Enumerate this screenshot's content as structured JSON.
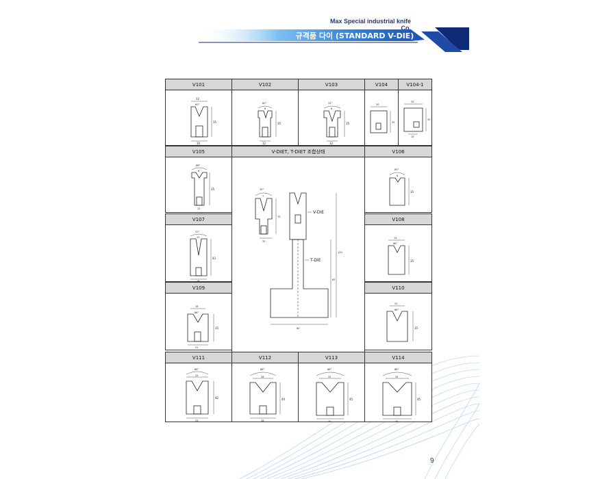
{
  "header": {
    "company": "Max Special industrial knife Co.",
    "title": "규격품 다이 (STANDARD V-DIE)"
  },
  "headers": {
    "v101": "V101",
    "v102": "V102",
    "v103": "V103",
    "v104": "V104",
    "v104_1": "V104-1",
    "v105": "V105",
    "assembly": "V-DIET, T-DIET 조합상태",
    "v106": "V106",
    "v107": "V107",
    "v108": "V108",
    "v109": "V109",
    "v110": "V110",
    "v111": "V111",
    "v112": "V112",
    "v113": "V113",
    "v114": "V114"
  },
  "dims": {
    "v101": {
      "top": "12",
      "angle": "60°",
      "height": "35",
      "base": "16"
    },
    "v102": {
      "angle": "60°",
      "top": "8",
      "height": "35",
      "base": "12"
    },
    "v103": {
      "angle": "32°",
      "top": "8",
      "height": "35",
      "base": "12"
    },
    "v104": {
      "width": "30",
      "height": "35"
    },
    "v104_1": {
      "width": "35",
      "height": "30",
      "base": "15"
    },
    "v105": {
      "angle": "88°",
      "top": "8",
      "height": "35",
      "base": "12"
    },
    "v106": {
      "angle": "85°",
      "top": "6",
      "height": "35"
    },
    "v107": {
      "angle": "32°",
      "top": "12",
      "height": "43",
      "base": "16"
    },
    "v108": {
      "top": "15",
      "angle": "88°",
      "height": "35"
    },
    "v109": {
      "top": "18",
      "angle": "86°",
      "height": "35",
      "base": "22"
    },
    "v110": {
      "top": "20",
      "angle": "86°",
      "height": "35"
    },
    "v111": {
      "angle": "86°",
      "top": "25",
      "height": "42",
      "base": "29"
    },
    "v112": {
      "angle": "86°",
      "top": "28",
      "height": "40",
      "base": "38"
    },
    "v113": {
      "angle": "86°",
      "top": "32",
      "height": "45",
      "base": "40"
    },
    "v114": {
      "angle": "86°",
      "top": "35",
      "height": "45",
      "base": "45"
    },
    "assembly": {
      "small_angle": "30°",
      "small_top": "7",
      "small_height": "70",
      "small_base": "35",
      "vdie_label": "V-DIE",
      "tdie_label": "T-DIE",
      "total_height": "120",
      "tdie_height": "85",
      "tdie_base": "60"
    }
  },
  "footer": {
    "page_number": "9"
  },
  "colors": {
    "banner_dark": "#0f2a74",
    "banner_light": "#3c8fe3",
    "header_bg": "#d7d7d7"
  }
}
